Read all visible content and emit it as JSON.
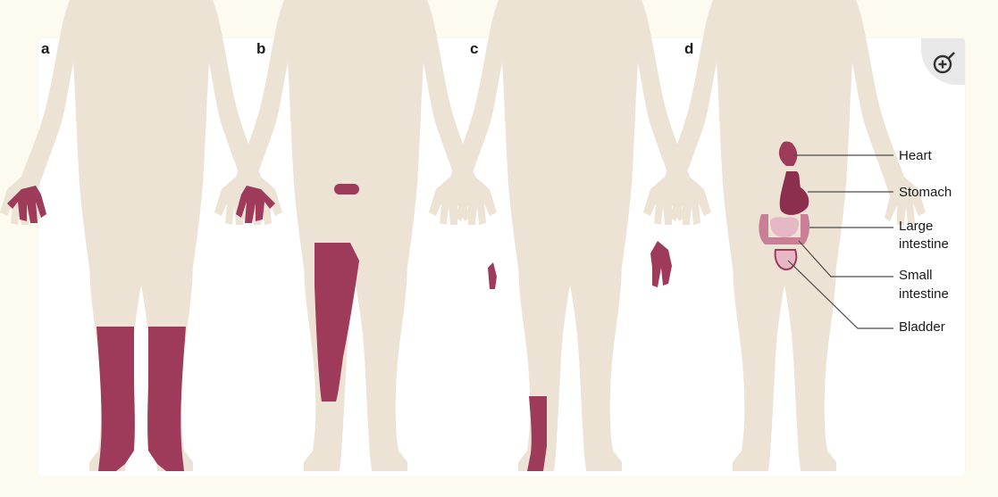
{
  "panels": [
    {
      "letter": "a"
    },
    {
      "letter": "b"
    },
    {
      "letter": "c"
    },
    {
      "letter": "d"
    }
  ],
  "organ_labels": {
    "heart": "Heart",
    "stomach": "Stomach",
    "large_intestine_1": "Large",
    "large_intestine_2": "intestine",
    "small_intestine_1": "Small",
    "small_intestine_2": "intestine",
    "bladder": "Bladder"
  },
  "colors": {
    "body": "#ede3d4",
    "affected": "#9e3a5a",
    "page_background": "#fdfbf0",
    "card_background": "#ffffff",
    "zoom_button": "#e9e9e9"
  },
  "icons": {
    "zoom": "zoom-in-icon"
  }
}
